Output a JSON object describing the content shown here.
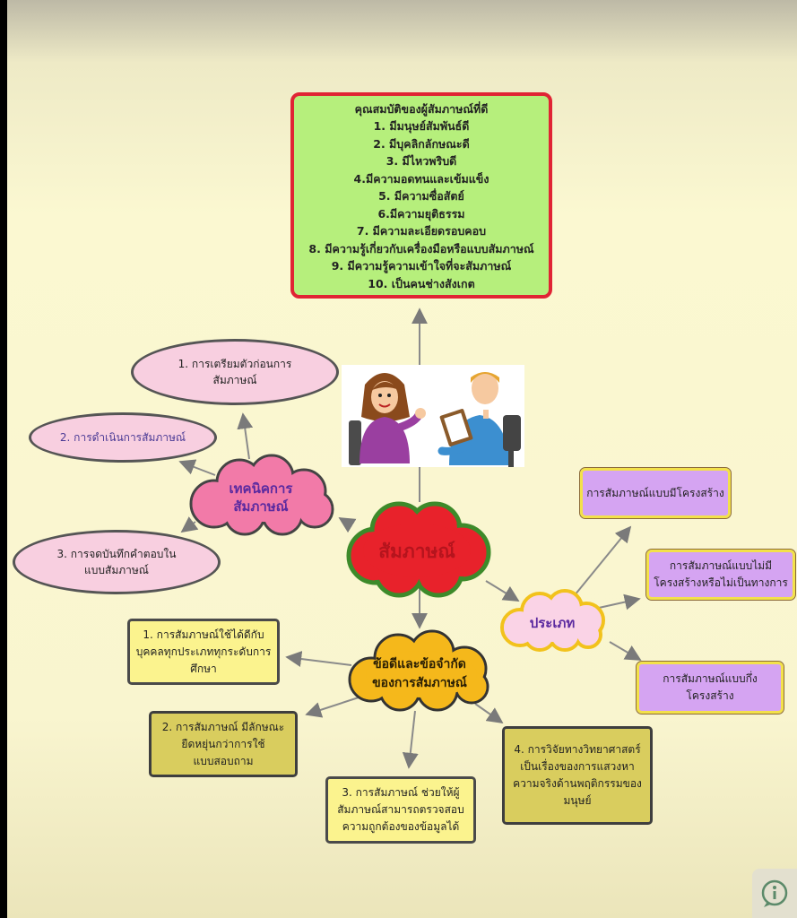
{
  "center": {
    "label": "สัมภาษณ์"
  },
  "qualities": {
    "lines": [
      "คุณสมบัติของผู้สัมภาษณ์ที่ดี",
      "1. มีมนุษย์สัมพันธ์ดี",
      "2. มีบุคลิกลักษณะดี",
      "3. มีไหวพริบดี",
      "4.มีความอดทนและเข้มแข็ง",
      "5. มีความซื่อสัตย์",
      "6.มีความยุติธรรม",
      "7. มีความละเอียดรอบคอบ",
      "8. มีความรู้เกี่ยวกับเครื่องมือหรือแบบสัมภาษณ์",
      "9. มีความรู้ความเข้าใจที่จะสัมภาษณ์",
      "10. เป็นคนช่างสังเกต"
    ]
  },
  "technique": {
    "label": [
      "เทคนิคการ",
      "สัมภาษณ์"
    ],
    "items": [
      [
        "1. การเตรียมตัวก่อนการ",
        "สัมภาษณ์"
      ],
      [
        "2. การดำเนินการสัมภาษณ์"
      ],
      [
        "3. การจดบันทึกคำตอบใน",
        "แบบสัมภาษณ์"
      ]
    ]
  },
  "types": {
    "label": "ประเภท",
    "items": [
      [
        "การสัมภาษณ์แบบมีโครงสร้าง"
      ],
      [
        "การสัมภาษณ์แบบไม่มี",
        "โครงสร้างหรือไม่เป็นทางการ"
      ],
      [
        "การสัมภาษณ์แบบกึ่ง",
        "โครงสร้าง"
      ]
    ]
  },
  "pros_cons": {
    "label": [
      "ข้อดีและข้อจำกัด",
      "ของการสัมภาษณ์"
    ],
    "items": [
      [
        "1. การสัมภาษณ์ใช้ได้ดีกับ",
        "บุคคลทุกประเภททุกระดับการ",
        "ศึกษา"
      ],
      [
        "2. การสัมภาษณ์ มีลักษณะ",
        "ยืดหยุ่นกว่าการใช้",
        "แบบสอบถาม"
      ],
      [
        "3. การสัมภาษณ์ ช่วยให้ผู้",
        "สัมภาษณ์สามารถตรวจสอบ",
        "ความถูกต้องของข้อมูลได้"
      ],
      [
        "4. การวิจัยทางวิทยาศาสตร์",
        "เป็นเรื่องของการแสวงหา",
        "ความจริงด้านพฤติกรรมของ",
        "มนุษย์"
      ]
    ]
  },
  "icons": {
    "illustration": "interview-people-illustration",
    "info": "info-icon"
  },
  "colors": {
    "center_cloud": "#e8222b",
    "technique_cloud": "#f27aa8",
    "pros_cloud": "#f5b81b",
    "type_cloud": "#fad3e6",
    "qualities_fill": "#b6ef7c",
    "qualities_border": "#e02434"
  }
}
